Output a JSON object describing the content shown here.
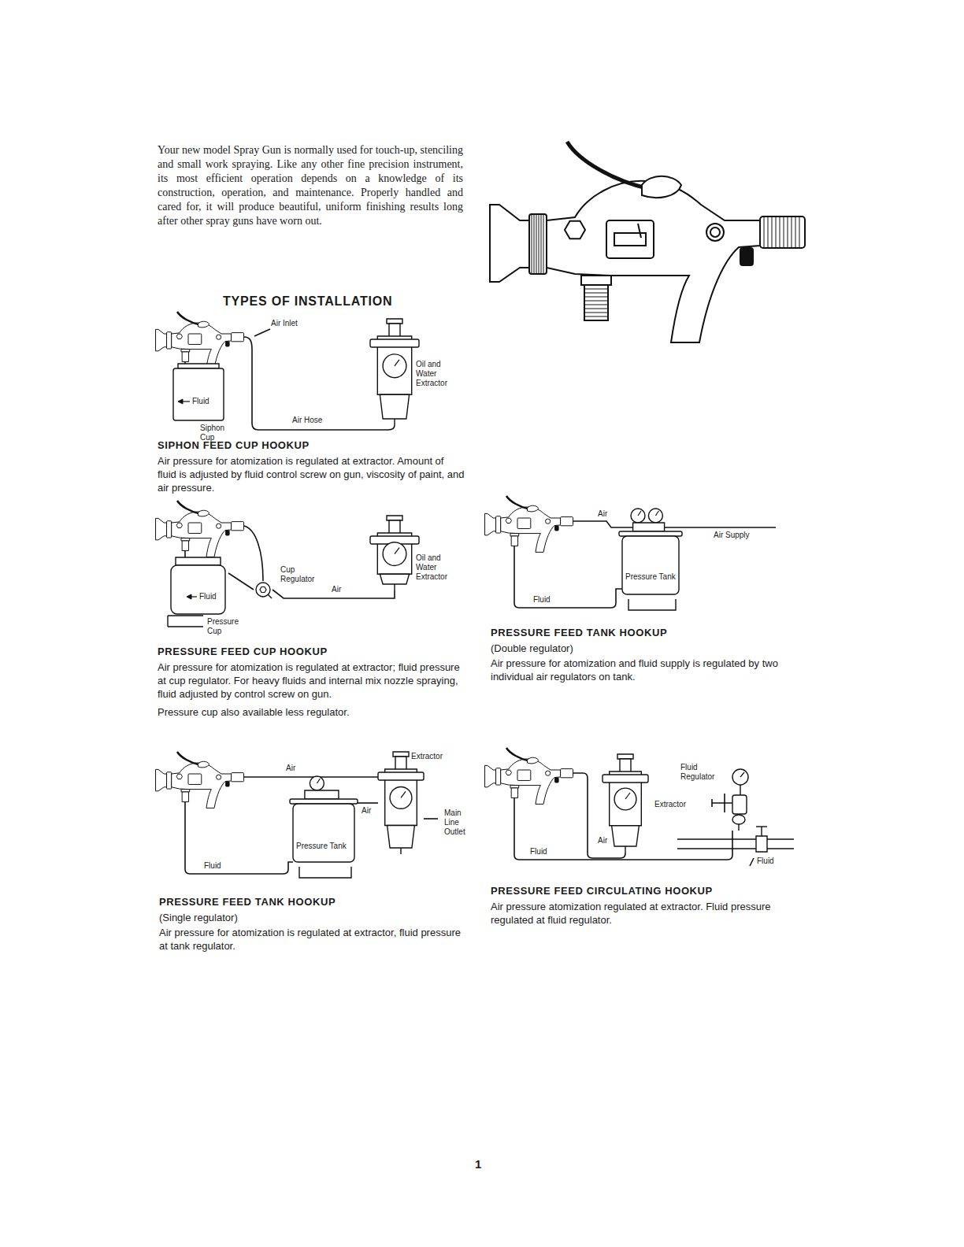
{
  "diagram": {
    "title": "TYPES OF INSTALLATION",
    "nodes": [
      {
        "text": [
          "Fluid",
          "Siphon Cup"
        ]
      },
      {
        "text": [
          "Oil and Water Extractor"
        ]
      },
      {
        "text": [
          "Fluid",
          "Pressure Cup"
        ]
      },
      {
        "text": [
          "Cup Regulator"
        ]
      },
      {
        "text": [
          "Oil and Water Extractor"
        ]
      },
      {
        "text": [
          "Pressure Tank"
        ]
      },
      {
        "text": [
          "Pressure Tank"
        ]
      },
      {
        "text": [
          "Extractor",
          "Main Line Outlet"
        ]
      },
      {
        "text": [
          "Extractor"
        ]
      },
      {
        "text": [
          "Fluid Regulator"
        ]
      }
    ],
    "edges": [
      {
        "from": 3,
        "to": 2,
        "arrow": "none"
      },
      {
        "from": 4,
        "to": 3,
        "label": "Air",
        "arrow": "none"
      },
      {
        "from": 7,
        "to": 6,
        "label": "Air",
        "arrow": "none"
      }
    ],
    "labels": [
      "Your new model Spray Gun is normally used for touch-up, stenciling and small work spraying. Like any other fine precision instrument, its most efficient operation depends on a knowledge of its construction, operation, and maintenance. Properly handled and cared for, it will produce beautiful, uniform finishing results long after other spray guns have worn out.",
      "Air Inlet",
      "Air Hose",
      "SIPHON FEED CUP HOOKUP",
      "Air pressure for atomization is regulated at extractor. Amount of fluid is adjusted by fluid control screw on gun, viscosity of paint, and air pressure.",
      "PRESSURE FEED CUP HOOKUP",
      "Air pressure for atomization is regulated at extractor; fluid pressure at cup regulator. For heavy fluids and internal mix nozzle spraying, fluid adjusted by control screw on gun.",
      "Pressure cup also available less regulator.",
      "Air",
      "Air Supply",
      "Fluid",
      "PRESSURE FEED TANK HOOKUP",
      "(Double regulator)",
      "Air pressure for atomization and fluid supply is regulated by two individual air regulators on tank.",
      "Air",
      "Fluid",
      "PRESSURE FEED TANK HOOKUP",
      "(Single regulator)",
      "Air pressure for atomization is regulated at extractor, fluid pressure at tank regulator.",
      "Air",
      "Fluid",
      "Fluid",
      "PRESSURE FEED CIRCULATING HOOKUP",
      "Air pressure atomization regulated at extractor. Fluid pressure regulated at fluid regulator.",
      "1"
    ]
  }
}
